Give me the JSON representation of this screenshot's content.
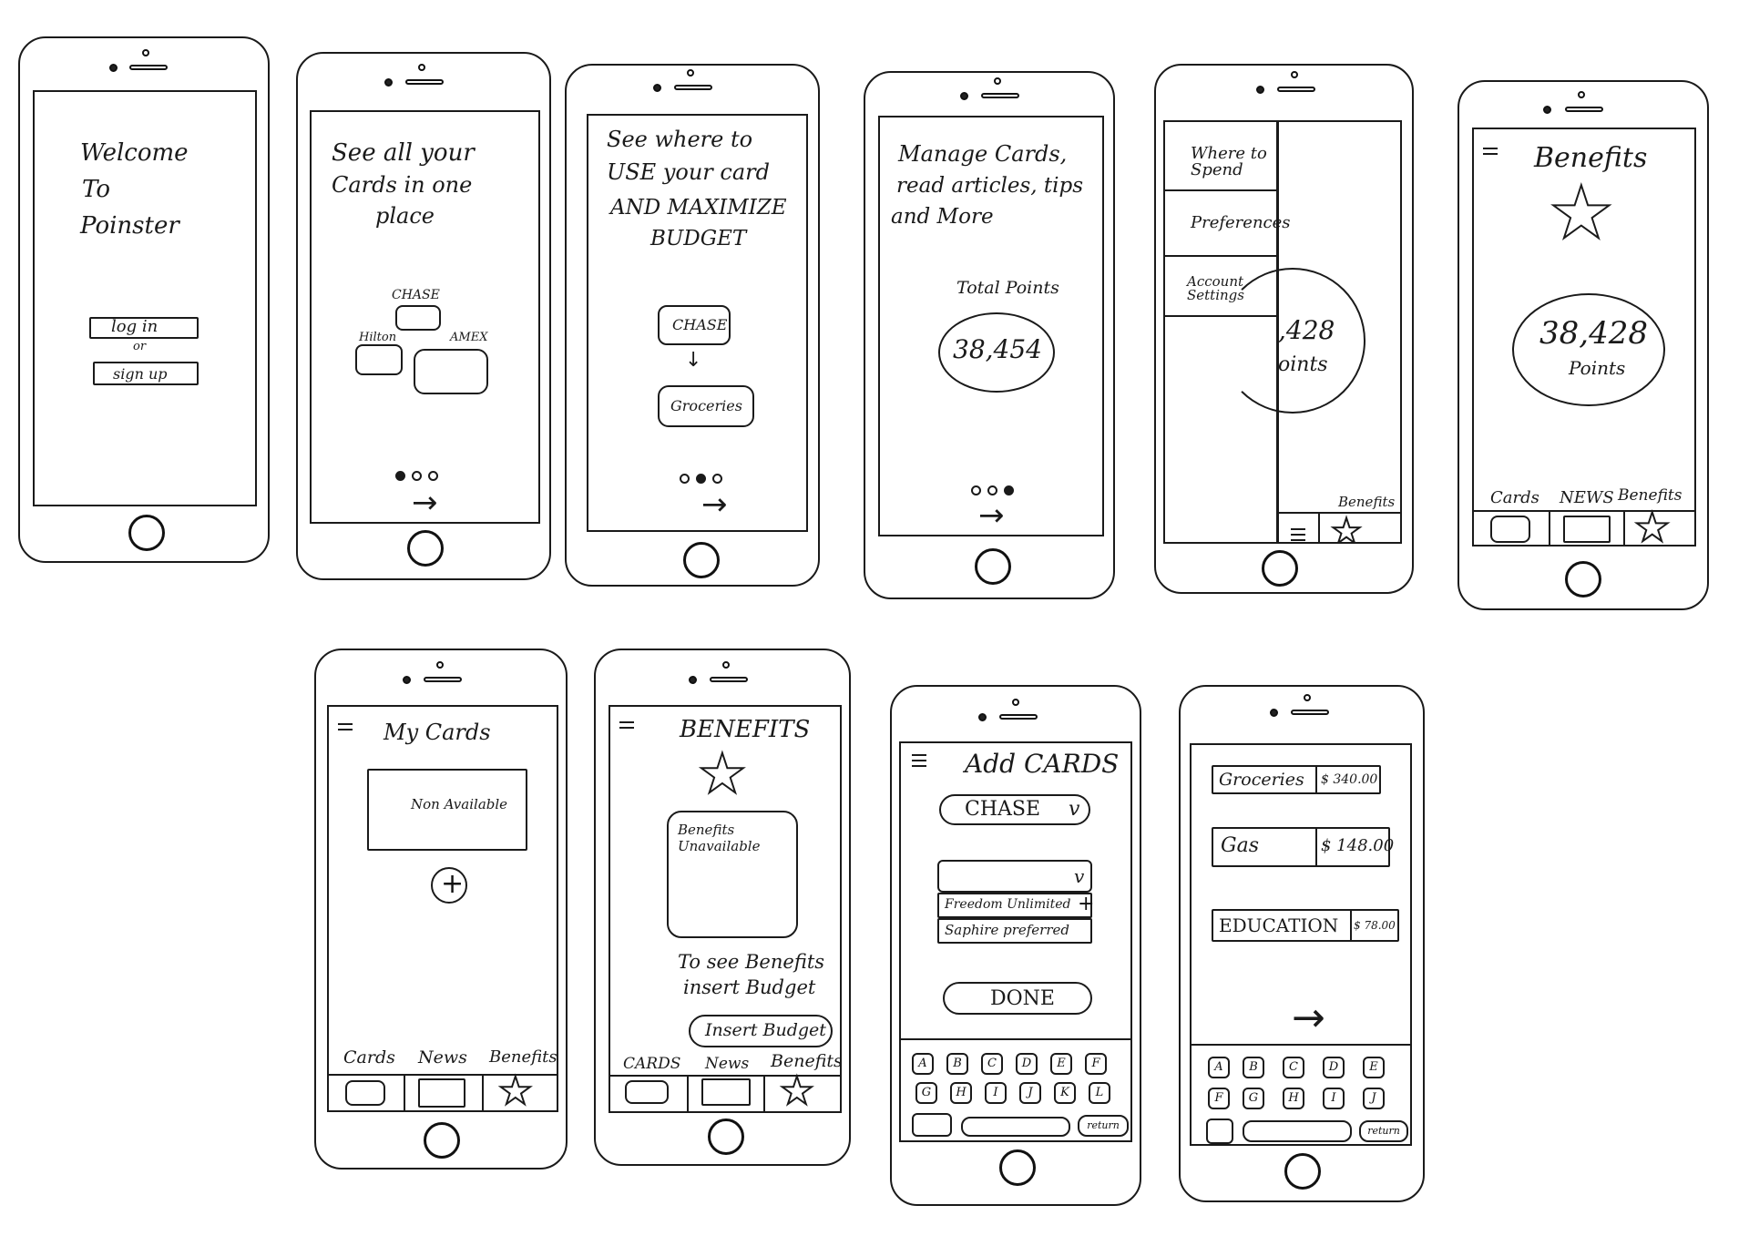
{
  "screens": {
    "welcome": {
      "line1": "Welcome",
      "line2": "To",
      "line3": "Poinster",
      "login_label": "log in",
      "or_label": "or",
      "signup_label": "sign up"
    },
    "onboard1": {
      "line1": "See all your",
      "line2": "Cards in one",
      "line3": "place",
      "card_chase": "CHASE",
      "card_hilton": "Hilton",
      "card_amex": "AMEX",
      "next_arrow": "→"
    },
    "onboard2": {
      "line1": "See where to",
      "line2": "USE your card",
      "line3": "AND MAXIMIZE",
      "line4": "BUDGET",
      "box_chase": "CHASE",
      "down_arrow": "↓",
      "box_groceries": "Groceries",
      "next_arrow": "→"
    },
    "onboard3": {
      "line1": "Manage Cards,",
      "line2": "read articles, tips",
      "line3": "and More",
      "total_label": "Total Points",
      "total_value": "38,454",
      "next_arrow": "→"
    },
    "side_menu": {
      "item1": "Where to Spend",
      "item2": "Preferences",
      "item3": "Account Settings",
      "points_partial": ",428",
      "points_label_partial": "oints",
      "tab_benefits": "Benefits"
    },
    "benefits_home": {
      "title": "Benefits",
      "points_value": "38,428",
      "points_label": "Points",
      "tab_cards": "Cards",
      "tab_news": "NEWS",
      "tab_benefits": "Benefits"
    },
    "my_cards": {
      "title": "My Cards",
      "card_status": "Non Available",
      "add_symbol": "+",
      "tab_cards": "Cards",
      "tab_news": "News",
      "tab_benefits": "Benefits"
    },
    "benefits_empty": {
      "title": "BENEFITS",
      "box_text_line1": "Benefits",
      "box_text_line2": "Unavailable",
      "hint_line1": "To see Benefits",
      "hint_line2": "insert Budget",
      "insert_button": "Insert Budget",
      "tab_cards": "CARDS",
      "tab_news": "News",
      "tab_benefits": "Benefits"
    },
    "add_cards": {
      "title": "Add CARDS",
      "bank_select": "CHASE",
      "bank_chevron": "v",
      "card_chevron": "v",
      "option1": "Freedom Unlimited",
      "option1_add": "+",
      "option2": "Saphire preferred",
      "done_button": "DONE",
      "keyboard_row1": [
        "A",
        "B",
        "C",
        "D",
        "E",
        "F"
      ],
      "keyboard_row2": [
        "G",
        "H",
        "I",
        "J",
        "K",
        "L"
      ],
      "return_key": "return"
    },
    "budget": {
      "row1_label": "Groceries",
      "row1_value": "$ 340.00",
      "row2_label": "Gas",
      "row2_value": "$ 148.00",
      "row3_label": "EDUCATION",
      "row3_value": "$ 78.00",
      "next_arrow": "→",
      "keyboard_row1": [
        "A",
        "B",
        "C",
        "D",
        "E"
      ],
      "keyboard_row2": [
        "F",
        "G",
        "H",
        "I",
        "J"
      ],
      "return_key": "return"
    }
  }
}
